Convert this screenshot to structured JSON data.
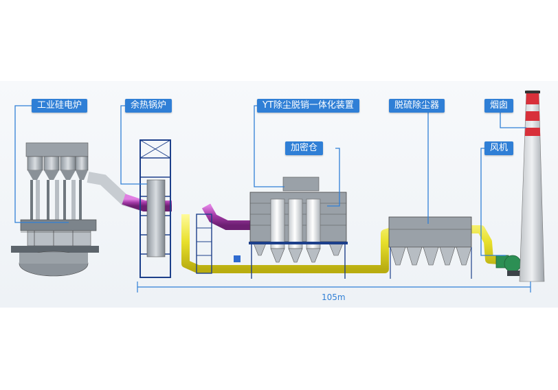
{
  "labels": {
    "furnace": "工业硅电炉",
    "boiler": "余热锅炉",
    "yt_unit": "YT除尘脱销一体化装置",
    "sealed_bin": "加密仓",
    "desulfurization": "脱硫除尘器",
    "chimney": "烟囱",
    "fan": "风机"
  },
  "dimension": {
    "total_length": "105m"
  },
  "colors": {
    "leader": "#2f7fd6",
    "hot_duct": "#a23aa6",
    "flue_duct": "#e8e02c",
    "steel": "#1c3f8a",
    "chimney_band": "#d8303a",
    "fan": "#2c8f54"
  }
}
